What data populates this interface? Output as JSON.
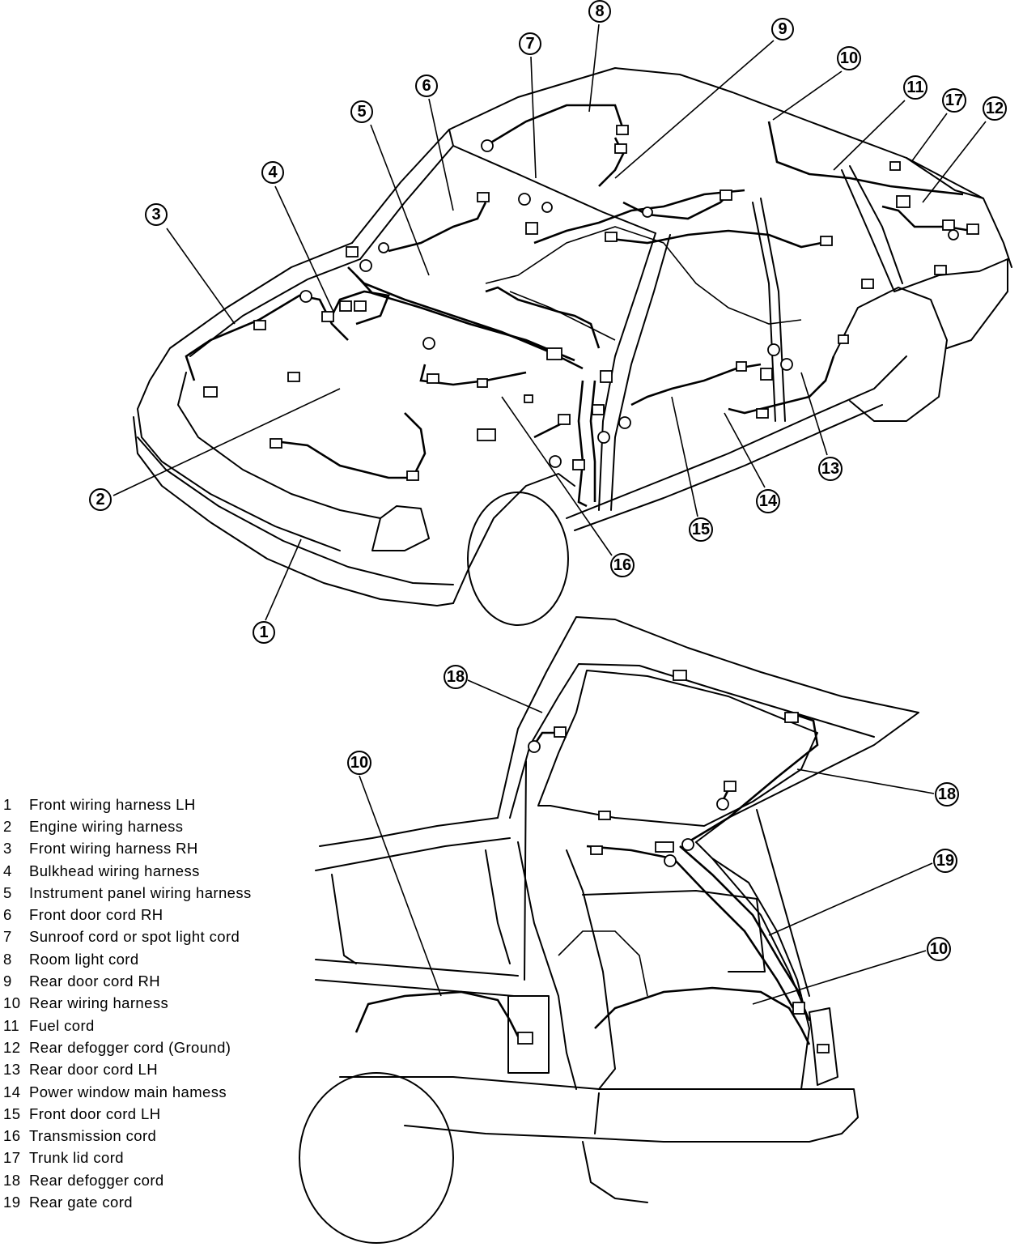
{
  "callouts": [
    {
      "id": "c1",
      "number": "1"
    },
    {
      "id": "c2",
      "number": "2"
    },
    {
      "id": "c3",
      "number": "3"
    },
    {
      "id": "c4",
      "number": "4"
    },
    {
      "id": "c5",
      "number": "5"
    },
    {
      "id": "c6",
      "number": "6"
    },
    {
      "id": "c7",
      "number": "7"
    },
    {
      "id": "c8",
      "number": "8"
    },
    {
      "id": "c9",
      "number": "9"
    },
    {
      "id": "c10a",
      "number": "10"
    },
    {
      "id": "c11",
      "number": "11"
    },
    {
      "id": "c12",
      "number": "12"
    },
    {
      "id": "c13",
      "number": "13"
    },
    {
      "id": "c14",
      "number": "14"
    },
    {
      "id": "c15",
      "number": "15"
    },
    {
      "id": "c16",
      "number": "16"
    },
    {
      "id": "c17",
      "number": "17"
    },
    {
      "id": "c18a",
      "number": "18"
    },
    {
      "id": "c18b",
      "number": "18"
    },
    {
      "id": "c19",
      "number": "19"
    },
    {
      "id": "c10b",
      "number": "10"
    },
    {
      "id": "c10c",
      "number": "10"
    }
  ],
  "legend": [
    {
      "number": "1",
      "label": "Front wiring harness LH"
    },
    {
      "number": "2",
      "label": "Engine wiring harness"
    },
    {
      "number": "3",
      "label": "Front wiring harness RH"
    },
    {
      "number": "4",
      "label": "Bulkhead wiring harness"
    },
    {
      "number": "5",
      "label": "Instrument panel wiring harness"
    },
    {
      "number": "6",
      "label": "Front door cord RH"
    },
    {
      "number": "7",
      "label": "Sunroof cord or spot light cord"
    },
    {
      "number": "8",
      "label": "Room light cord"
    },
    {
      "number": "9",
      "label": "Rear door cord RH"
    },
    {
      "number": "10",
      "label": "Rear wiring harness"
    },
    {
      "number": "11",
      "label": "Fuel cord"
    },
    {
      "number": "12",
      "label": "Rear defogger cord (Ground)"
    },
    {
      "number": "13",
      "label": "Rear door cord LH"
    },
    {
      "number": "14",
      "label": "Power window main hamess"
    },
    {
      "number": "15",
      "label": "Front door cord LH"
    },
    {
      "number": "16",
      "label": "Transmission cord"
    },
    {
      "number": "17",
      "label": "Trunk lid cord"
    },
    {
      "number": "18",
      "label": "Rear defogger cord"
    },
    {
      "number": "19",
      "label": "Rear gate cord"
    }
  ]
}
